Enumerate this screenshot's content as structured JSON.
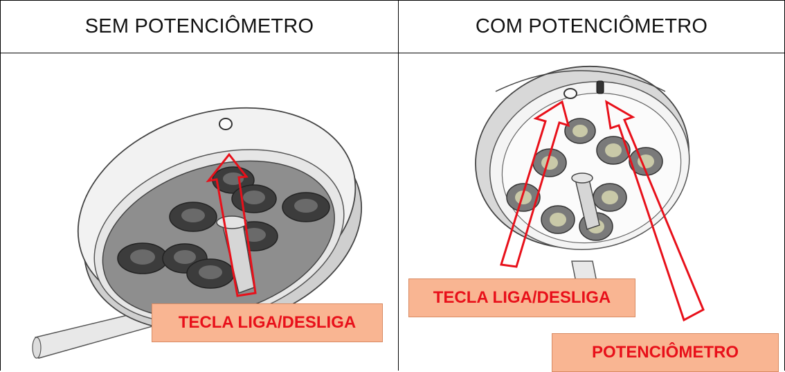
{
  "headers": {
    "left": "SEM POTENCIÔMETRO",
    "right": "COM POTENCIÔMETRO"
  },
  "labels": {
    "left_switch": "TECLA LIGA/DESLIGA",
    "right_switch": "TECLA LIGA/DESLIGA",
    "right_potentiometer": "POTENCIÔMETRO"
  },
  "colors": {
    "label_bg": "#f9b592",
    "label_text": "#e8101a",
    "arrow": "#e8101a"
  },
  "icons": {
    "left_image": "surgical-lamp-without-potentiometer",
    "right_image": "surgical-lamp-with-potentiometer"
  }
}
